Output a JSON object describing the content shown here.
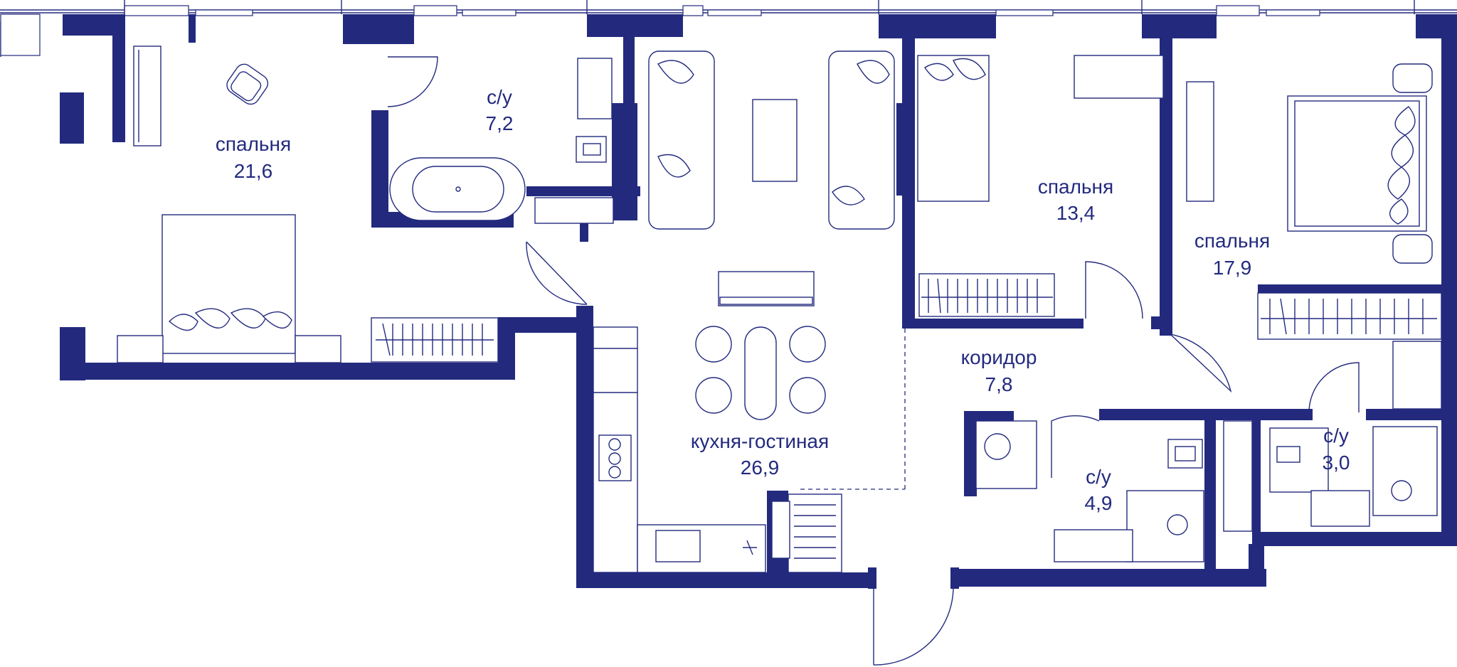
{
  "rooms": [
    {
      "id": "bedroom-1",
      "name": "спальня",
      "area": "21,6"
    },
    {
      "id": "bathroom-1",
      "name": "с/у",
      "area": "7,2"
    },
    {
      "id": "bedroom-2",
      "name": "спальня",
      "area": "13,4"
    },
    {
      "id": "bedroom-3",
      "name": "спальня",
      "area": "17,9"
    },
    {
      "id": "corridor",
      "name": "коридор",
      "area": "7,8"
    },
    {
      "id": "kitchen-living",
      "name": "кухня-гостиная",
      "area": "26,9"
    },
    {
      "id": "bathroom-2",
      "name": "с/у",
      "area": "4,9"
    },
    {
      "id": "bathroom-3",
      "name": "с/у",
      "area": "3,0"
    }
  ],
  "colors": {
    "wall": "#232a7e",
    "background": "#ffffff"
  }
}
